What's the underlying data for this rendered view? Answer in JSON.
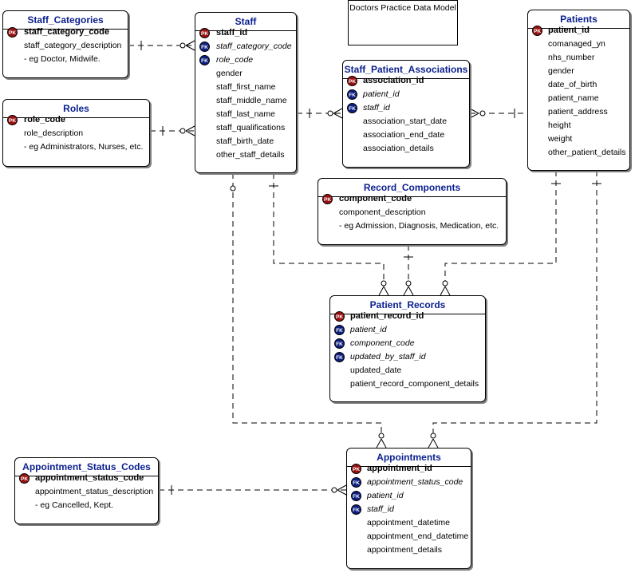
{
  "diagram_title": "Doctors Practice Data Model",
  "entities": {
    "staff_categories": {
      "name": "Staff_Categories",
      "attributes": [
        {
          "key": "PK",
          "label": "staff_category_code"
        },
        {
          "key": "",
          "label": "staff_category_description"
        },
        {
          "key": "",
          "label": "- eg Doctor, Midwife."
        }
      ]
    },
    "roles": {
      "name": "Roles",
      "attributes": [
        {
          "key": "PK",
          "label": "role_code"
        },
        {
          "key": "",
          "label": "role_description"
        },
        {
          "key": "",
          "label": "- eg Administrators, Nurses, etc."
        }
      ]
    },
    "staff": {
      "name": "Staff",
      "attributes": [
        {
          "key": "PK",
          "label": "staff_id"
        },
        {
          "key": "FK",
          "label": "staff_category_code"
        },
        {
          "key": "FK",
          "label": "role_code"
        },
        {
          "key": "",
          "label": "gender"
        },
        {
          "key": "",
          "label": "staff_first_name"
        },
        {
          "key": "",
          "label": "staff_middle_name"
        },
        {
          "key": "",
          "label": "staff_last_name"
        },
        {
          "key": "",
          "label": "staff_qualifications"
        },
        {
          "key": "",
          "label": "staff_birth_date"
        },
        {
          "key": "",
          "label": "other_staff_details"
        }
      ]
    },
    "staff_patient_associations": {
      "name": "Staff_Patient_Associations",
      "attributes": [
        {
          "key": "PK",
          "label": "association_id"
        },
        {
          "key": "FK",
          "label": "patient_id"
        },
        {
          "key": "FK",
          "label": "staff_id"
        },
        {
          "key": "",
          "label": "association_start_date"
        },
        {
          "key": "",
          "label": "association_end_date"
        },
        {
          "key": "",
          "label": "association_details"
        }
      ]
    },
    "patients": {
      "name": "Patients",
      "attributes": [
        {
          "key": "PK",
          "label": "patient_id"
        },
        {
          "key": "",
          "label": "comanaged_yn"
        },
        {
          "key": "",
          "label": "nhs_number"
        },
        {
          "key": "",
          "label": "gender"
        },
        {
          "key": "",
          "label": "date_of_birth"
        },
        {
          "key": "",
          "label": "patient_name"
        },
        {
          "key": "",
          "label": "patient_address"
        },
        {
          "key": "",
          "label": "height"
        },
        {
          "key": "",
          "label": "weight"
        },
        {
          "key": "",
          "label": "other_patient_details"
        }
      ]
    },
    "record_components": {
      "name": "Record_Components",
      "attributes": [
        {
          "key": "PK",
          "label": "component_code"
        },
        {
          "key": "",
          "label": "component_description"
        },
        {
          "key": "",
          "label": "- eg Admission, Diagnosis, Medication, etc."
        }
      ]
    },
    "patient_records": {
      "name": "Patient_Records",
      "attributes": [
        {
          "key": "PK",
          "label": "patient_record_id"
        },
        {
          "key": "FK",
          "label": "patient_id"
        },
        {
          "key": "FK",
          "label": "component_code"
        },
        {
          "key": "FK",
          "label": "updated_by_staff_id"
        },
        {
          "key": "",
          "label": "updated_date"
        },
        {
          "key": "",
          "label": "patient_record_component_details"
        }
      ]
    },
    "appointment_status_codes": {
      "name": "Appointment_Status_Codes",
      "attributes": [
        {
          "key": "PK",
          "label": "appointment_status_code"
        },
        {
          "key": "",
          "label": "appointment_status_description"
        },
        {
          "key": "",
          "label": "- eg Cancelled, Kept."
        }
      ]
    },
    "appointments": {
      "name": "Appointments",
      "attributes": [
        {
          "key": "PK",
          "label": "appointment_id"
        },
        {
          "key": "FK",
          "label": "appointment_status_code"
        },
        {
          "key": "FK",
          "label": "patient_id"
        },
        {
          "key": "FK",
          "label": "staff_id"
        },
        {
          "key": "",
          "label": "appointment_datetime"
        },
        {
          "key": "",
          "label": "appointment_end_datetime"
        },
        {
          "key": "",
          "label": "appointment_details"
        }
      ]
    }
  },
  "colors": {
    "entity_title": "#0a1f8f",
    "pk_badge": "#9a1010",
    "fk_badge": "#0c1f80",
    "line": "#000000"
  }
}
